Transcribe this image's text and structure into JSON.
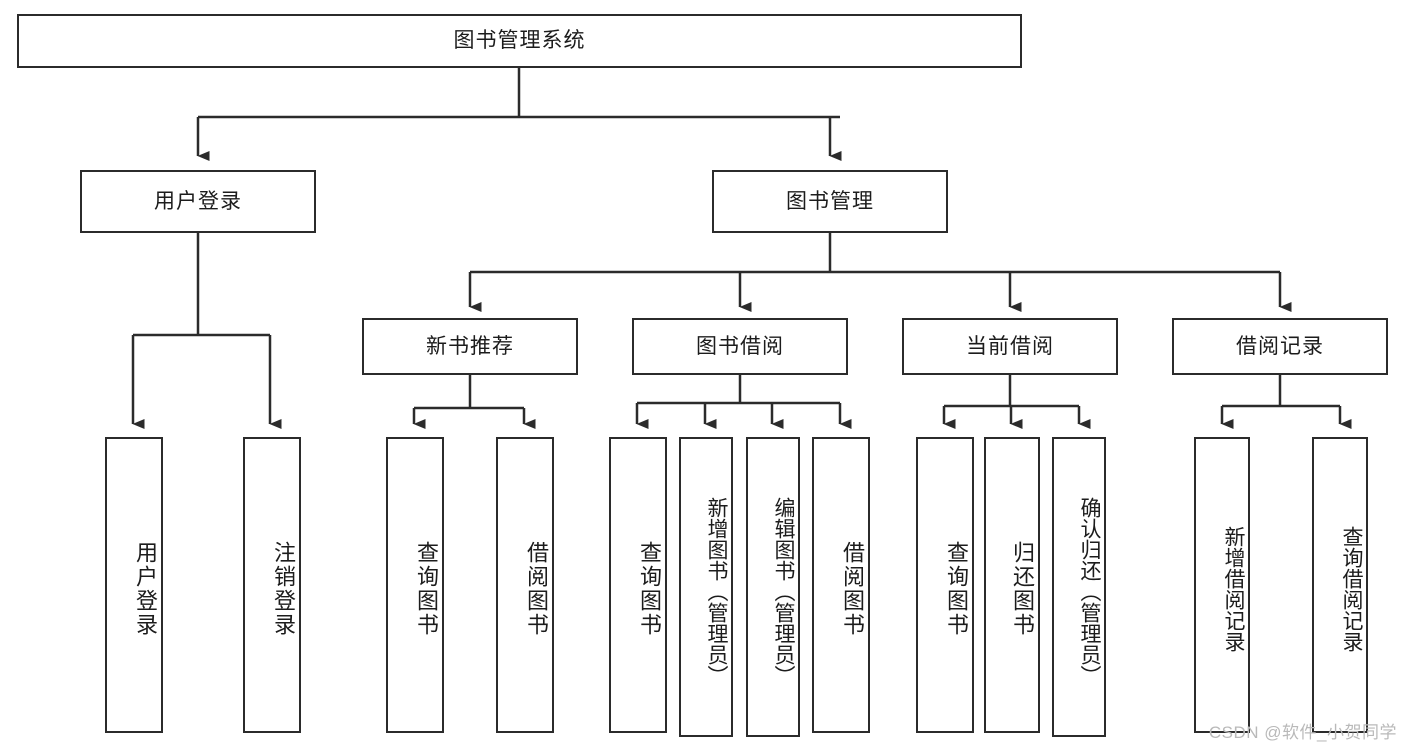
{
  "diagram": {
    "type": "tree-hierarchy",
    "title": "图书管理系统",
    "root": {
      "label": "图书管理系统"
    },
    "level1": [
      {
        "label": "用户登录"
      },
      {
        "label": "图书管理"
      }
    ],
    "level2": [
      {
        "label": "新书推荐"
      },
      {
        "label": "图书借阅"
      },
      {
        "label": "当前借阅"
      },
      {
        "label": "借阅记录"
      }
    ],
    "leaves": {
      "user_login": [
        {
          "label": "用户登录"
        },
        {
          "label": "注销登录"
        }
      ],
      "new_book_recommend": [
        {
          "label": "查询图书"
        },
        {
          "label": "借阅图书"
        }
      ],
      "book_borrow": [
        {
          "label": "查询图书"
        },
        {
          "label": "新增图书（管理员）"
        },
        {
          "label": "编辑图书（管理员）"
        },
        {
          "label": "借阅图书"
        }
      ],
      "current_borrow": [
        {
          "label": "查询图书"
        },
        {
          "label": "归还图书"
        },
        {
          "label": "确认归还（管理员）"
        }
      ],
      "borrow_record": [
        {
          "label": "新增借阅记录"
        },
        {
          "label": "查询借阅记录"
        }
      ]
    }
  },
  "watermark": {
    "text": "CSDN @软件_小贺同学"
  },
  "colors": {
    "stroke": "#2b2b2b",
    "text": "#1c1c1c",
    "background": "#ffffff",
    "watermark": "#b9b9b9"
  }
}
